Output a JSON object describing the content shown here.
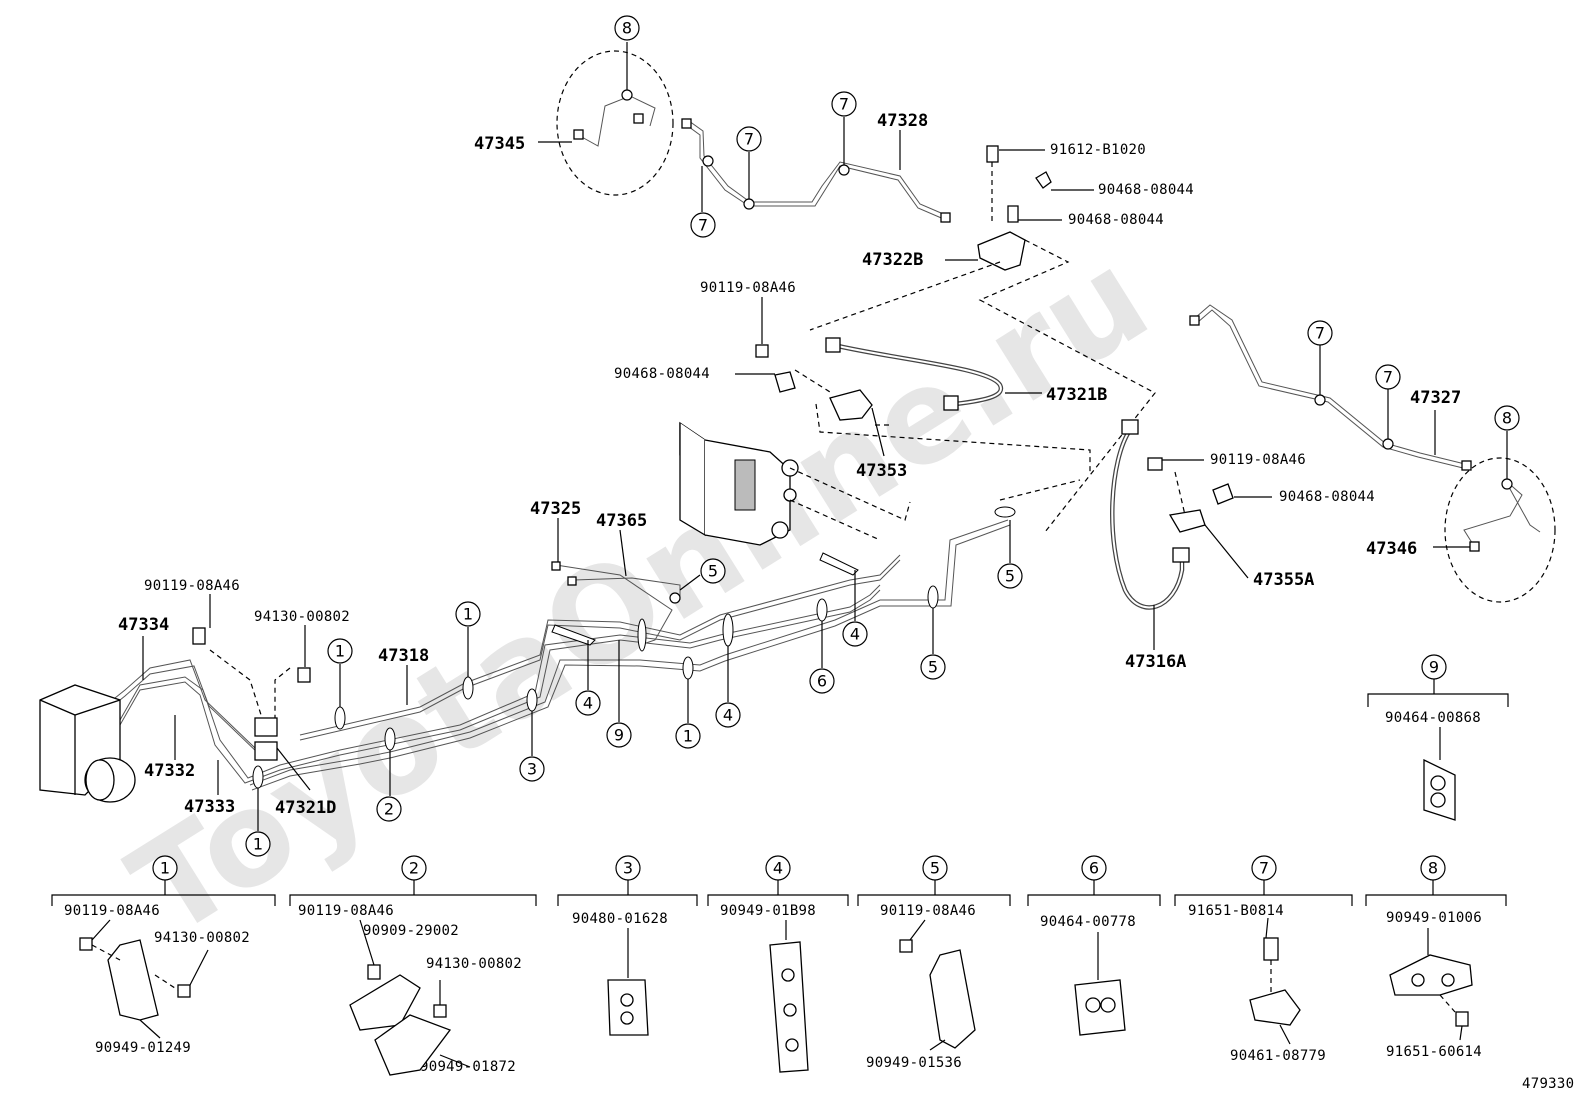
{
  "watermark": "ToyotaOnline.ru",
  "diagram_id": "479330",
  "callouts": {
    "c1": "1",
    "c2": "2",
    "c3": "3",
    "c4": "4",
    "c5": "5",
    "c6": "6",
    "c7": "7",
    "c8": "8",
    "c9": "9"
  },
  "labels": {
    "p47345": "47345",
    "p47328": "47328",
    "p91612": "91612-B1020",
    "p90468a": "90468-08044",
    "p90468b": "90468-08044",
    "p47322B": "47322B",
    "p90119a": "90119-08A46",
    "p90468c": "90468-08044",
    "p47321B": "47321B",
    "p47353": "47353",
    "p47327": "47327",
    "p90119b": "90119-08A46",
    "p90468d": "90468-08044",
    "p47346": "47346",
    "p47355A": "47355A",
    "p47316A": "47316A",
    "p47325": "47325",
    "p47365": "47365",
    "p90119c": "90119-08A46",
    "p94130a": "94130-00802",
    "p47334": "47334",
    "p47318": "47318",
    "p47332": "47332",
    "p47333": "47333",
    "p47321D": "47321D"
  },
  "kits": [
    {
      "num": "1",
      "parts": [
        "90119-08A46",
        "94130-00802",
        "90949-01249"
      ]
    },
    {
      "num": "2",
      "parts": [
        "90119-08A46",
        "90909-29002",
        "94130-00802",
        "90949-01872"
      ]
    },
    {
      "num": "3",
      "parts": [
        "90480-01628"
      ]
    },
    {
      "num": "4",
      "parts": [
        "90949-01B98"
      ]
    },
    {
      "num": "5",
      "parts": [
        "90119-08A46",
        "90949-01536"
      ]
    },
    {
      "num": "6",
      "parts": [
        "90464-00778"
      ]
    },
    {
      "num": "7",
      "parts": [
        "91651-B0814",
        "90461-08779"
      ]
    },
    {
      "num": "8",
      "parts": [
        "90949-01006",
        "91651-60614"
      ]
    },
    {
      "num": "9",
      "parts": [
        "90464-00868"
      ]
    }
  ]
}
